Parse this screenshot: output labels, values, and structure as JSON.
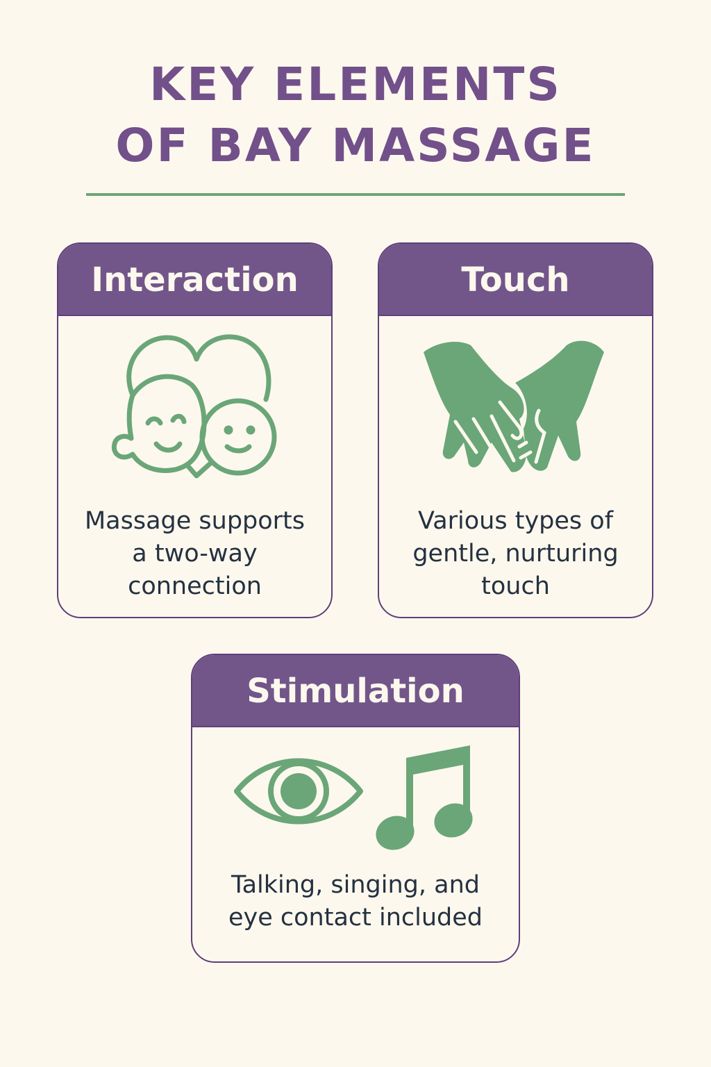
{
  "title": {
    "line1": "KEY ELEMENTS",
    "line2": "OF BAY MASSAGE"
  },
  "colors": {
    "background": "#fdf8ee",
    "title_purple": "#72508a",
    "header_purple": "#72568a",
    "border_purple": "#5f3f7a",
    "icon_green": "#6aa677",
    "divider_green": "#6aa677",
    "body_text": "#243140"
  },
  "cards": [
    {
      "id": "interaction",
      "heading": "Interaction",
      "icon": "heart-with-two-faces-icon",
      "lines": [
        "Massage supports",
        "a two-way",
        "connection"
      ]
    },
    {
      "id": "touch",
      "heading": "Touch",
      "icon": "two-hands-touching-icon",
      "lines": [
        "Various types of",
        "gentle, nurturing",
        "touch"
      ]
    },
    {
      "id": "stimulation",
      "heading": "Stimulation",
      "icon": "eye-and-music-note-icon",
      "lines": [
        "Talking, singing, and",
        "eye contact included"
      ]
    }
  ]
}
